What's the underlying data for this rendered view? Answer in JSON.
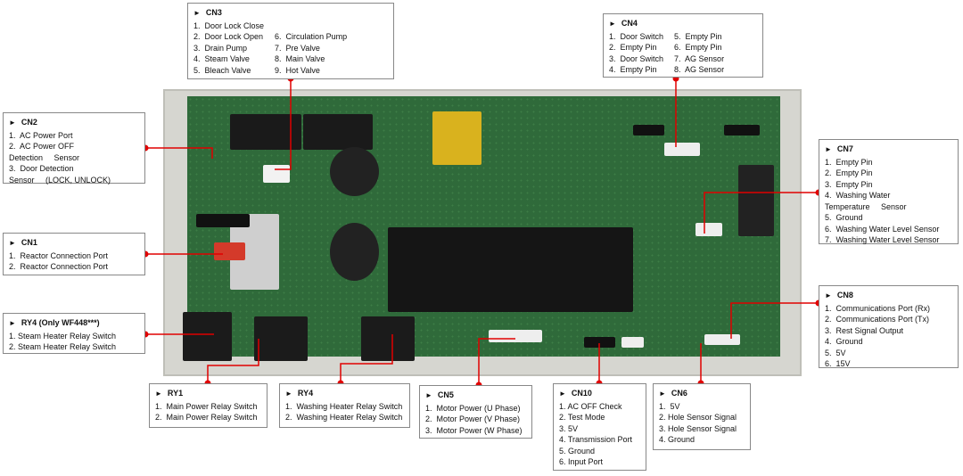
{
  "colors": {
    "callout": "#e00000",
    "pcb": "#2f6a3a"
  },
  "callouts": [
    {
      "id": "cn3",
      "title": "CN3",
      "columns": [
        [
          "1.  Door Lock Close",
          "2.  Door Lock Open",
          "3.  Drain Pump",
          "4.  Steam Valve",
          "5.  Bleach Valve"
        ],
        [
          "",
          "6.  Circulation Pump",
          "7.  Pre Valve",
          "8.  Main Valve",
          "9.  Hot Valve"
        ]
      ]
    },
    {
      "id": "cn4",
      "title": "CN4",
      "columns": [
        [
          "1.  Door Switch",
          "2.  Empty Pin",
          "3.  Door Switch",
          "4.  Empty Pin"
        ],
        [
          "5.  Empty Pin",
          "6.  Empty Pin",
          "7.  AG Sensor",
          "8.  AG Sensor"
        ]
      ]
    },
    {
      "id": "cn2",
      "title": "CN2",
      "columns": [
        [
          "1.  AC Power Port",
          "2.  AC Power OFF Detection     Sensor",
          "3.  Door Detection Sensor     (LOCK, UNLOCK)"
        ]
      ]
    },
    {
      "id": "cn1",
      "title": "CN1",
      "columns": [
        [
          "1.  Reactor Connection Port",
          "2.  Reactor Connection Port"
        ]
      ]
    },
    {
      "id": "ry4-only",
      "title": "RY4 (Only WF448***)",
      "columns": [
        [
          "1. Steam Heater Relay Switch",
          "2. Steam Heater Relay Switch"
        ]
      ]
    },
    {
      "id": "cn7",
      "title": "CN7",
      "columns": [
        [
          "1.  Empty Pin",
          "2.  Empty Pin",
          "3.  Empty Pin",
          "4.  Washing Water Temperature     Sensor",
          "5.  Ground",
          "6.  Washing Water Level Sensor",
          "7.  Washing Water Level Sensor"
        ]
      ]
    },
    {
      "id": "cn8",
      "title": "CN8",
      "columns": [
        [
          "1.  Communications Port (Rx)",
          "2.  Communications Port (Tx)",
          "3.  Rest Signal Output",
          "4.  Ground",
          "5.  5V",
          "6.  15V"
        ]
      ]
    },
    {
      "id": "ry1",
      "title": "RY1",
      "columns": [
        [
          "1.  Main Power Relay Switch",
          "2.  Main Power Relay Switch"
        ]
      ]
    },
    {
      "id": "ry4",
      "title": "RY4",
      "columns": [
        [
          "1.  Washing Heater Relay Switch",
          "2.  Washing Heater Relay Switch"
        ]
      ]
    },
    {
      "id": "cn5",
      "title": "CN5",
      "columns": [
        [
          "1.  Motor Power (U Phase)",
          "2.  Motor Power (V Phase)",
          "3.  Motor Power (W Phase)"
        ]
      ]
    },
    {
      "id": "cn10",
      "title": "CN10",
      "columns": [
        [
          "1. AC OFF Check",
          "2. Test Mode",
          "3. 5V",
          "4. Transmission Port",
          "5. Ground",
          "6. Input Port"
        ]
      ]
    },
    {
      "id": "cn6",
      "title": "CN6",
      "columns": [
        [
          "1.  5V",
          "2. Hole Sensor Signal",
          "3. Hole Sensor Signal",
          "4. Ground"
        ]
      ]
    }
  ]
}
